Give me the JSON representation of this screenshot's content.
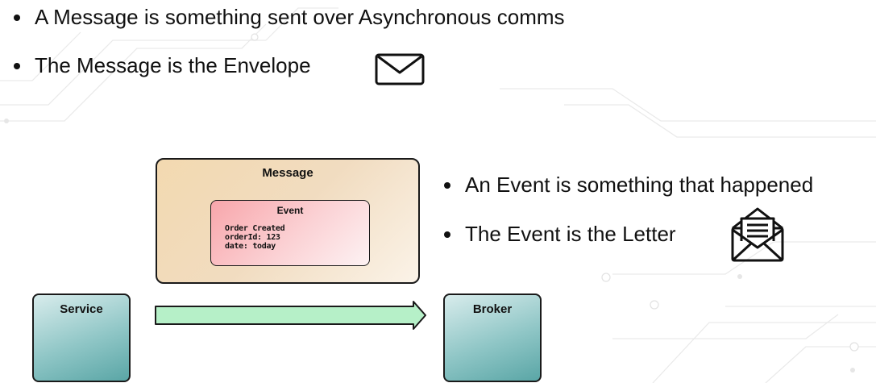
{
  "bullets": {
    "top": [
      "A Message is something sent over Asynchronous comms",
      "The Message is the Envelope"
    ],
    "right": [
      "An Event is something that happened",
      "The Event is the Letter"
    ]
  },
  "message": {
    "title": "Message",
    "event": {
      "title": "Event",
      "lines": [
        "Order Created",
        "orderId: 123",
        "date: today"
      ]
    }
  },
  "service": {
    "label": "Service"
  },
  "broker": {
    "label": "Broker"
  },
  "colors": {
    "message_fill": "#f3d9b0",
    "event_fill": "#f8a6ab",
    "node_fill": "#8fc6c6",
    "arrow_fill": "#b6f0c8"
  },
  "icons": [
    "envelope-icon",
    "letter-envelope-icon",
    "bullet-dot-icon"
  ]
}
